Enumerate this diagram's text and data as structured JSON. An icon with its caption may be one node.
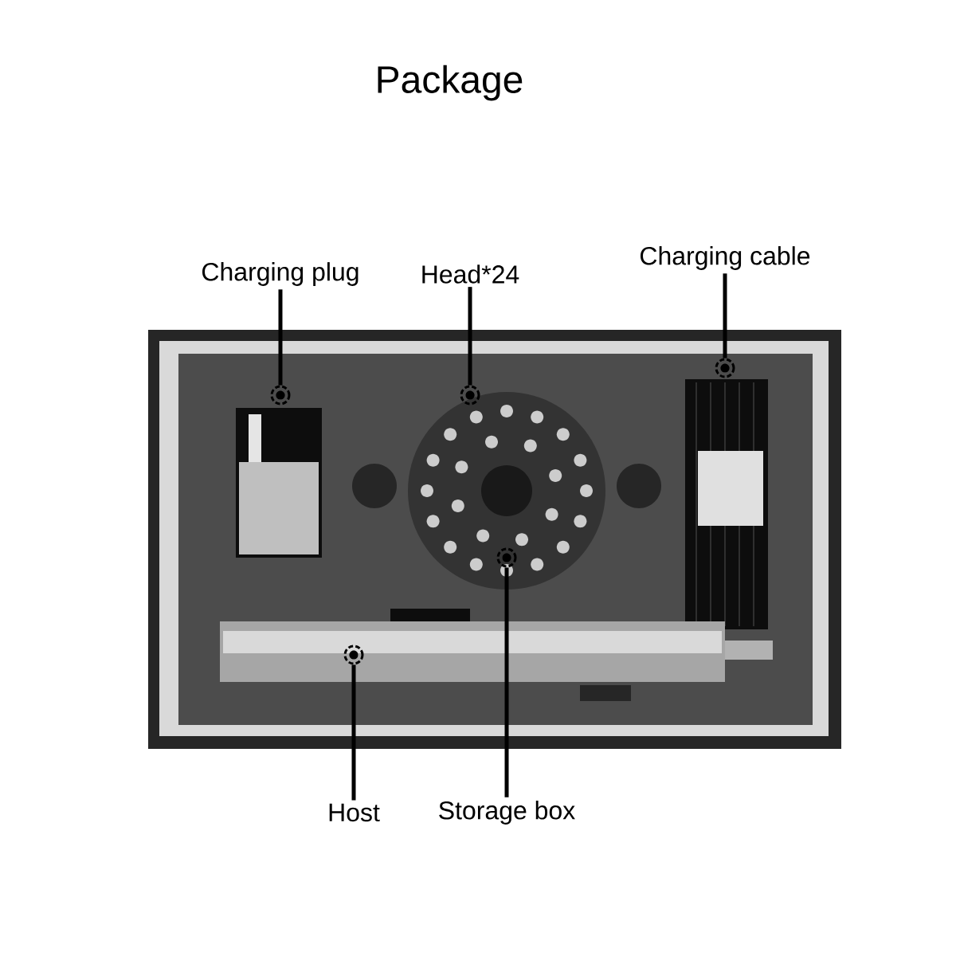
{
  "diagram": {
    "title": "Package",
    "nodes": [
      {
        "text": [
          "Charging plug"
        ]
      },
      {
        "text": [],
        "shape": "circle"
      },
      {
        "text": [
          "Head*24"
        ]
      },
      {
        "text": [],
        "shape": "circle"
      },
      {
        "text": [
          "Charging cable"
        ]
      },
      {
        "text": [],
        "shape": "circle"
      },
      {
        "text": [],
        "shape": "circle"
      },
      {
        "text": [],
        "shape": "circle"
      },
      {
        "text": [
          "Host"
        ]
      },
      {
        "text": [
          "Storage box"
        ]
      }
    ],
    "edges": [
      {
        "from": 0,
        "to": 1,
        "arrow": "none"
      },
      {
        "from": 2,
        "to": 3,
        "arrow": "none"
      },
      {
        "from": 4,
        "to": 5,
        "arrow": "none"
      },
      {
        "from": 8,
        "to": 7,
        "arrow": "none"
      },
      {
        "from": 9,
        "to": 6,
        "arrow": "none"
      }
    ]
  }
}
